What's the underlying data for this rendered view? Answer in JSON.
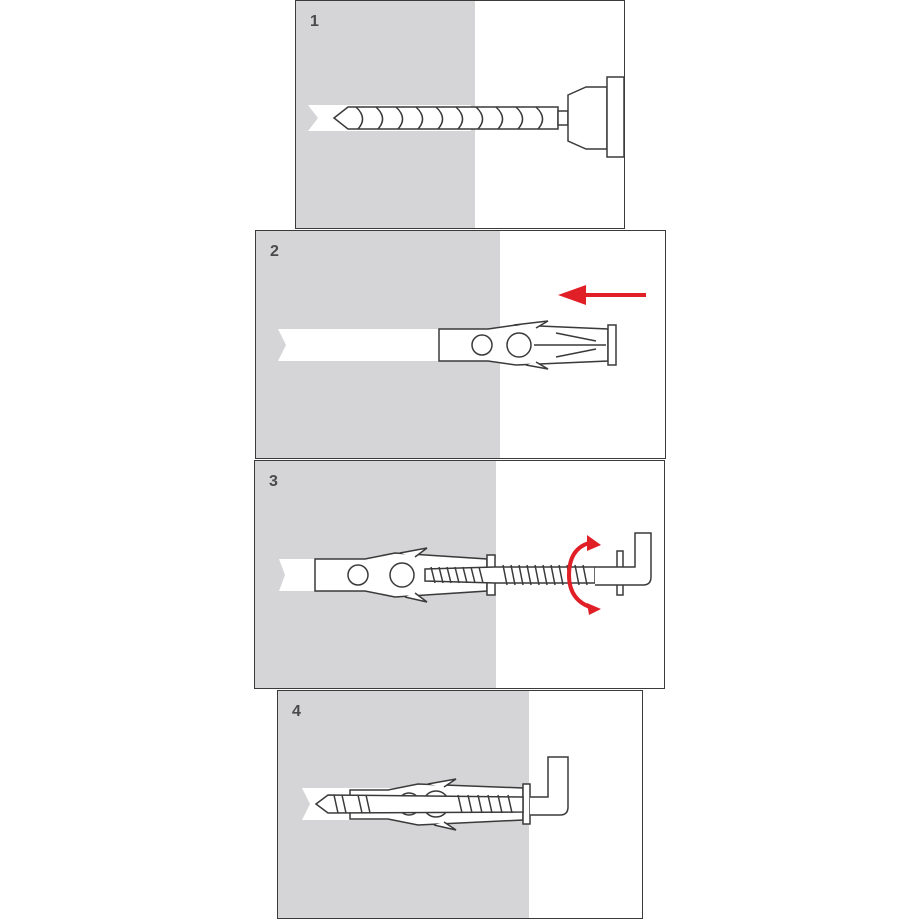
{
  "steps": [
    {
      "number": "1",
      "wall_color": "#d5d5d7"
    },
    {
      "number": "2",
      "wall_color": "#d5d5d7"
    },
    {
      "number": "3",
      "wall_color": "#d5d5d7"
    },
    {
      "number": "4",
      "wall_color": "#d5d5d7"
    }
  ],
  "colors": {
    "wall": "#d5d5d7",
    "outline": "#3a3a3a",
    "accent_arrow": "#e11f26",
    "hole": "#ffffff"
  },
  "icons": [
    "drill-bit-icon",
    "wall-plug-icon",
    "push-arrow-icon",
    "rotate-arrow-icon",
    "hook-screw-icon"
  ]
}
